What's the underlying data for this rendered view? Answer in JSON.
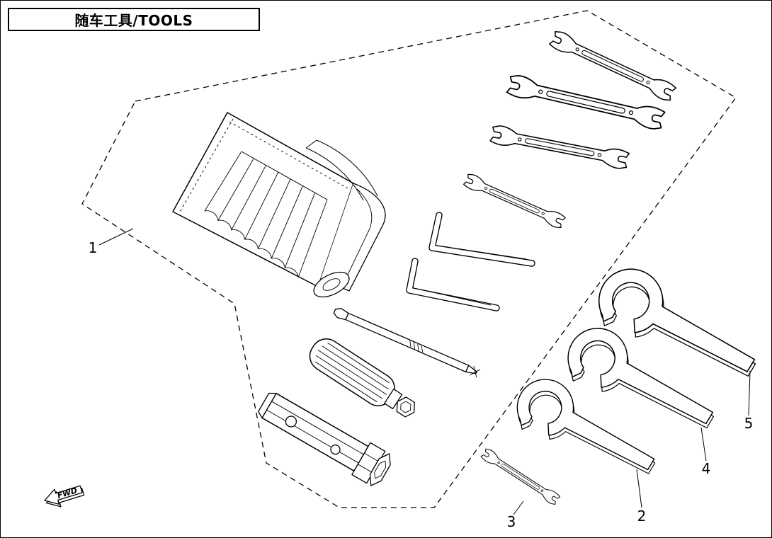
{
  "title": "随车工具/TOOLS",
  "fwd": "FWD",
  "labels": {
    "item1": "1",
    "item2": "2",
    "item3": "3",
    "item4": "4",
    "item5": "5"
  },
  "colors": {
    "line": "#000000",
    "background": "#ffffff"
  }
}
